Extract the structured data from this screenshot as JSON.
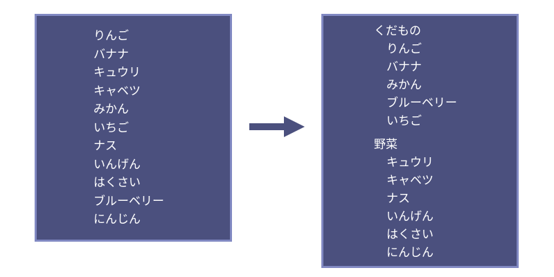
{
  "before": {
    "items": [
      "りんご",
      "バナナ",
      "キュウリ",
      "キャベツ",
      "みかん",
      "いちご",
      "ナス",
      "いんげん",
      "はくさい",
      "ブルーベリー",
      "にんじん"
    ]
  },
  "after": {
    "groups": [
      {
        "label": "くだもの",
        "items": [
          "りんご",
          "バナナ",
          "みかん",
          "ブルーベリー",
          "いちご"
        ]
      },
      {
        "label": "野菜",
        "items": [
          "キュウリ",
          "キャベツ",
          "ナス",
          "いんげん",
          "はくさい",
          "にんじん"
        ]
      }
    ]
  },
  "colors": {
    "box": "#4b507e",
    "border": "#8189c2",
    "arrow": "#4b507e"
  }
}
